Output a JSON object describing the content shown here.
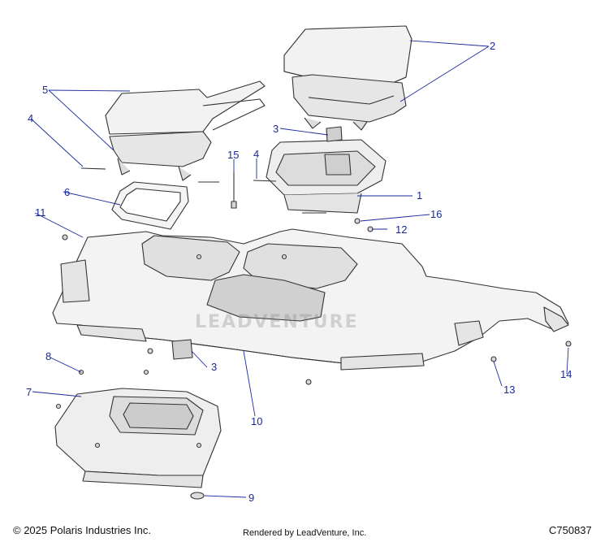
{
  "diagram": {
    "callouts": [
      {
        "id": "1",
        "label": "1"
      },
      {
        "id": "2",
        "label": "2"
      },
      {
        "id": "3a",
        "label": "3"
      },
      {
        "id": "3b",
        "label": "3"
      },
      {
        "id": "4a",
        "label": "4"
      },
      {
        "id": "4b",
        "label": "4"
      },
      {
        "id": "5",
        "label": "5"
      },
      {
        "id": "6",
        "label": "6"
      },
      {
        "id": "7",
        "label": "7"
      },
      {
        "id": "8",
        "label": "8"
      },
      {
        "id": "9",
        "label": "9"
      },
      {
        "id": "10",
        "label": "10"
      },
      {
        "id": "11",
        "label": "11"
      },
      {
        "id": "12",
        "label": "12"
      },
      {
        "id": "13",
        "label": "13"
      },
      {
        "id": "14",
        "label": "14"
      },
      {
        "id": "15",
        "label": "15"
      },
      {
        "id": "16",
        "label": "16"
      }
    ],
    "watermark": "LEADVENTURE",
    "callout_color": "#1a2a9c",
    "line_color": "#1a2a9c"
  },
  "footer": {
    "copyright": "© 2025 Polaris Industries Inc.",
    "rendered_by": "Rendered by LeadVenture, Inc.",
    "diagram_code": "C750837"
  }
}
